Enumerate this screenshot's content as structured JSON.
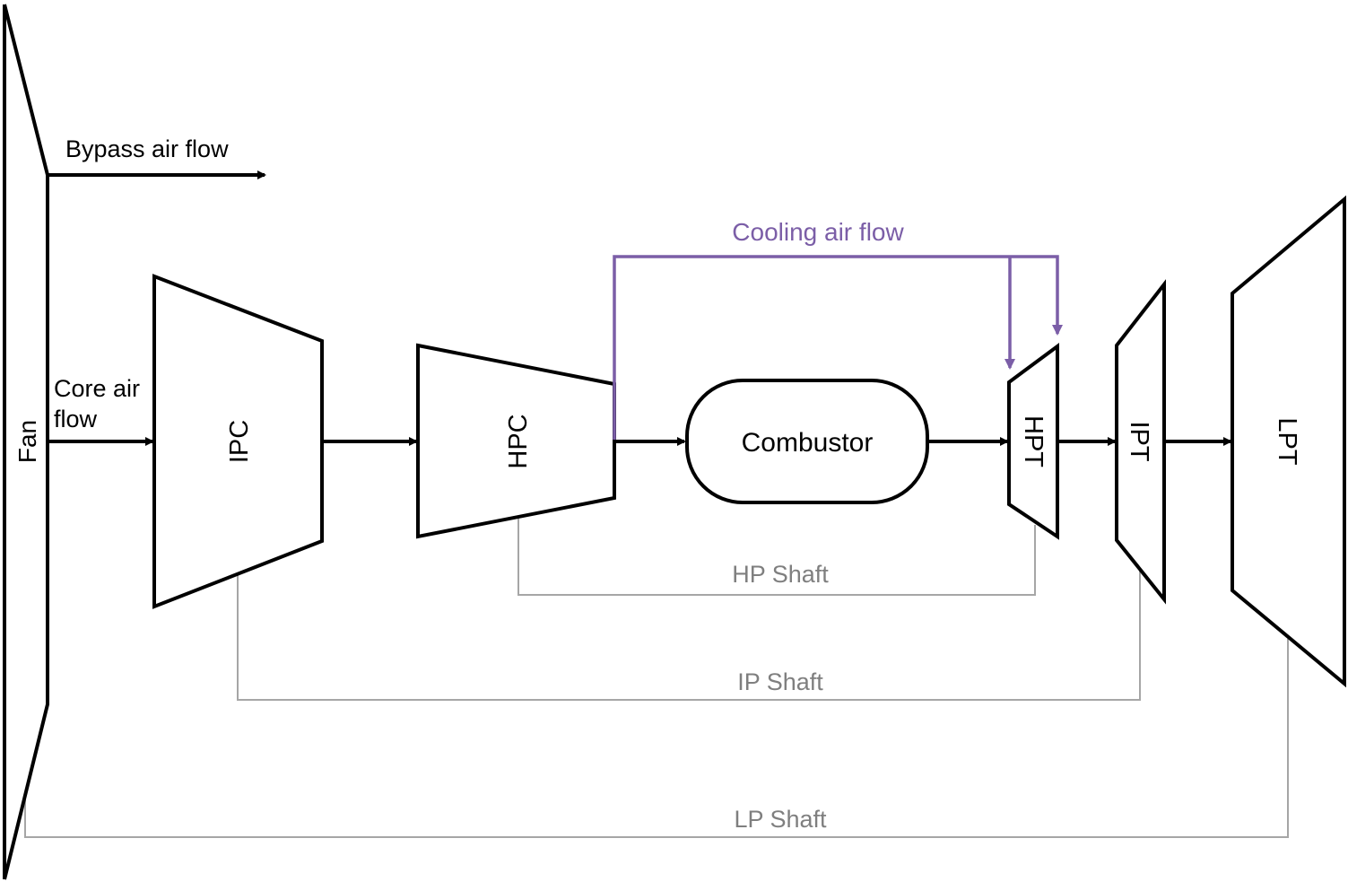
{
  "components": {
    "fan": "Fan",
    "ipc": "IPC",
    "hpc": "HPC",
    "combustor": "Combustor",
    "hpt": "HPT",
    "ipt": "IPT",
    "lpt": "LPT"
  },
  "flows": {
    "bypass": "Bypass air flow",
    "core_line1": "Core air",
    "core_line2": "flow",
    "cooling": "Cooling air flow"
  },
  "shafts": {
    "hp": "HP Shaft",
    "ip": "IP Shaft",
    "lp": "LP Shaft"
  },
  "colors": {
    "cooling": "#7b5ea7",
    "shaft": "#a6a6a6",
    "component": "#000000"
  }
}
